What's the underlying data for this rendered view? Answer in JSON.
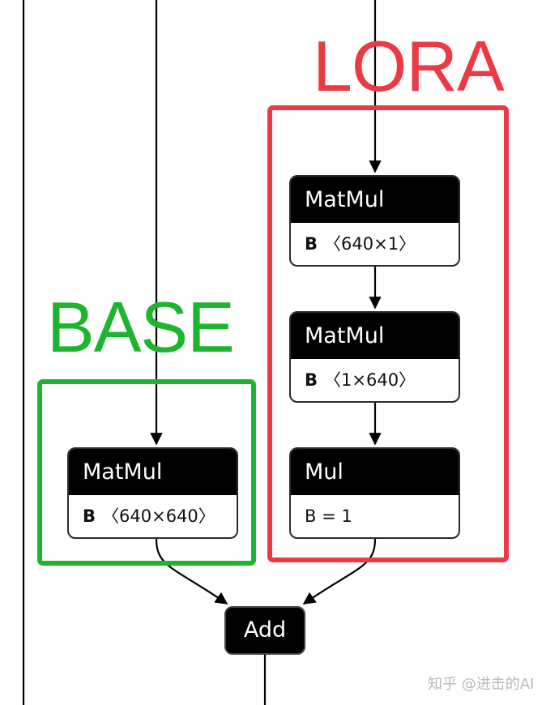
{
  "groups": {
    "base": {
      "label": "BASE",
      "color": "#1db52e"
    },
    "lora": {
      "label": "LORA",
      "color": "#ec3a44"
    }
  },
  "nodes": {
    "base_matmul": {
      "op": "MatMul",
      "param_name": "B",
      "param_value": "〈640×640〉"
    },
    "lora_matmul_a": {
      "op": "MatMul",
      "param_name": "B",
      "param_value": "〈640×1〉"
    },
    "lora_matmul_b": {
      "op": "MatMul",
      "param_name": "B",
      "param_value": "〈1×640〉"
    },
    "lora_mul": {
      "op": "Mul",
      "param_text": "B = 1"
    },
    "add": {
      "op": "Add"
    }
  },
  "watermark": "知乎 @进击的AI"
}
